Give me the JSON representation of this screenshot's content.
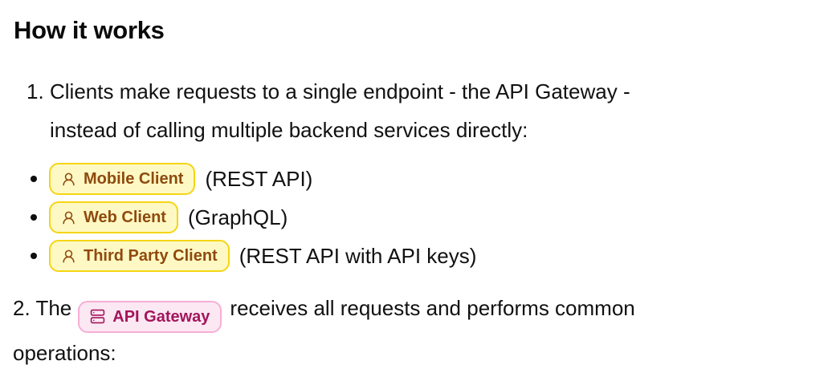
{
  "doc": {
    "heading": "How it works",
    "item1": {
      "marker": "1.",
      "line1": "Clients make requests to a single endpoint - the API Gateway -",
      "line2": "instead of calling multiple backend services directly:"
    },
    "clients": [
      {
        "label": "Mobile Client",
        "note": "(REST API)",
        "icon": "user-icon"
      },
      {
        "label": "Web Client",
        "note": "(GraphQL)",
        "icon": "user-icon"
      },
      {
        "label": "Third Party Client",
        "note": "(REST API with API keys)",
        "icon": "user-icon"
      }
    ],
    "item2": {
      "prefix": "2. The",
      "gateway_label": "API Gateway",
      "gateway_icon": "server-icon",
      "rest_of_line": "receives all requests and performs common",
      "line2": "operations:"
    },
    "colors": {
      "client_badge_bg": "#FEF9C4",
      "client_badge_border": "#F5D513",
      "client_badge_text": "#8F4A0E",
      "gateway_badge_bg": "#FBE8F3",
      "gateway_badge_border": "#F6AED6",
      "gateway_badge_text": "#A3155B",
      "body_text": "#111111"
    }
  }
}
